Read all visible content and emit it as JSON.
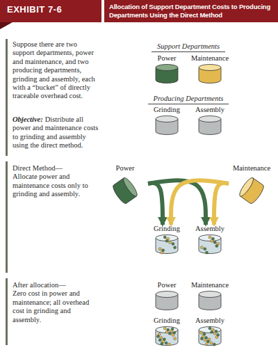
{
  "diagram": {
    "title": "Allocation of Support Department Costs to Producing Departments Using the Direct Method",
    "nodes": [
      {
        "text": [
          "Power"
        ]
      },
      {
        "text": [
          "Maintenance"
        ]
      },
      {
        "text": [
          "Grinding"
        ]
      },
      {
        "text": [
          "Assembly"
        ]
      },
      {
        "text": [
          "Power"
        ]
      },
      {
        "text": [
          "Maintenance"
        ]
      },
      {
        "text": [
          "Grinding"
        ]
      },
      {
        "text": [
          "Assembly"
        ]
      },
      {
        "text": [
          "Power"
        ]
      },
      {
        "text": [
          "Maintenance"
        ]
      },
      {
        "text": [
          "Grinding"
        ]
      },
      {
        "text": [
          "Assembly"
        ]
      }
    ],
    "edges": [
      {
        "from": 4,
        "to": 6,
        "arrow": "to"
      },
      {
        "from": 4,
        "to": 7,
        "arrow": "to"
      },
      {
        "from": 5,
        "to": 6,
        "arrow": "to"
      },
      {
        "from": 5,
        "to": 7,
        "arrow": "to"
      }
    ],
    "labels": [
      "EXHIBIT 7-6",
      "Suppose there are two support departments, power and maintenance, and two producing departments, grinding and assembly, each with a “bucket” of directly traceable overhead cost.",
      "Objective:",
      "Distribute all power and maintenance costs to grinding and assembly using the direct method.",
      "Support Departments",
      "Producing Departments",
      "Direct Method—",
      "Allocate power and maintenance costs only to grinding and assembly.",
      "After allocation—",
      "Zero cost in power and maintenance; all overhead cost in grinding and assembly."
    ]
  }
}
